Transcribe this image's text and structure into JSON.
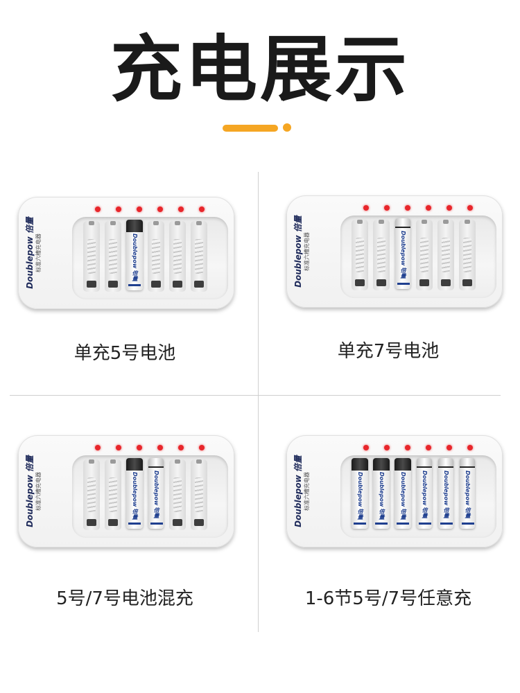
{
  "title": "充电展示",
  "accent_color": "#f5a623",
  "led_color": "#e8262b",
  "panels": [
    {
      "caption": "单充5号电池",
      "brand": "Doublepow 倍量",
      "brand_sub": "标准六槽充电器",
      "slots": [
        "empty",
        "empty",
        "AA",
        "empty",
        "empty",
        "empty"
      ],
      "battery_label": "Doublepow 倍量"
    },
    {
      "caption": "单充7号电池",
      "brand": "Doublepow 倍量",
      "brand_sub": "标准六槽充电器",
      "slots": [
        "empty",
        "empty",
        "AAA",
        "empty",
        "empty",
        "empty"
      ],
      "battery_label": "Doublepow 倍量"
    },
    {
      "caption": "5号/7号电池混充",
      "brand": "Doublepow 倍量",
      "brand_sub": "标准六槽充电器",
      "slots": [
        "empty",
        "empty",
        "AA",
        "AAA",
        "empty",
        "empty"
      ],
      "battery_label": "Doublepow 倍量"
    },
    {
      "caption": "1-6节5号/7号任意充",
      "brand": "Doublepow 倍量",
      "brand_sub": "标准六槽充电器",
      "slots": [
        "AA",
        "AA",
        "AA",
        "AAA",
        "AAA",
        "AAA"
      ],
      "battery_label": "Doublepow 倍量"
    }
  ]
}
